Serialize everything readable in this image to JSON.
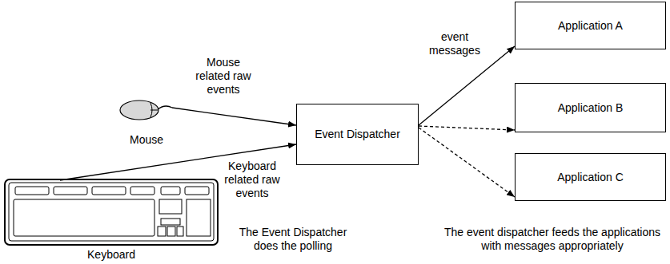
{
  "diagram": {
    "nodes": [
      {
        "text": [
          "Mouse"
        ]
      },
      {
        "text": [
          "Keyboard"
        ]
      },
      {
        "text": [
          "Event Dispatcher"
        ]
      },
      {
        "text": [
          "Application A"
        ]
      },
      {
        "text": [
          "Application B"
        ]
      },
      {
        "text": [
          "Application C"
        ]
      }
    ],
    "edges": [
      {
        "from": 0,
        "to": 2,
        "arrow": "to",
        "label": "Mouse related raw events"
      },
      {
        "from": 1,
        "to": 2,
        "arrow": "to",
        "label": "Keyboard related raw events"
      },
      {
        "from": 2,
        "to": 3,
        "arrow": "to",
        "label": "event messages"
      },
      {
        "from": 2,
        "to": 4,
        "arrow": "to"
      },
      {
        "from": 2,
        "to": 5,
        "arrow": "to"
      }
    ],
    "labels": [
      "The Event Dispatcher does the polling",
      "The event dispatcher feeds the applications with messages appropriately"
    ]
  }
}
